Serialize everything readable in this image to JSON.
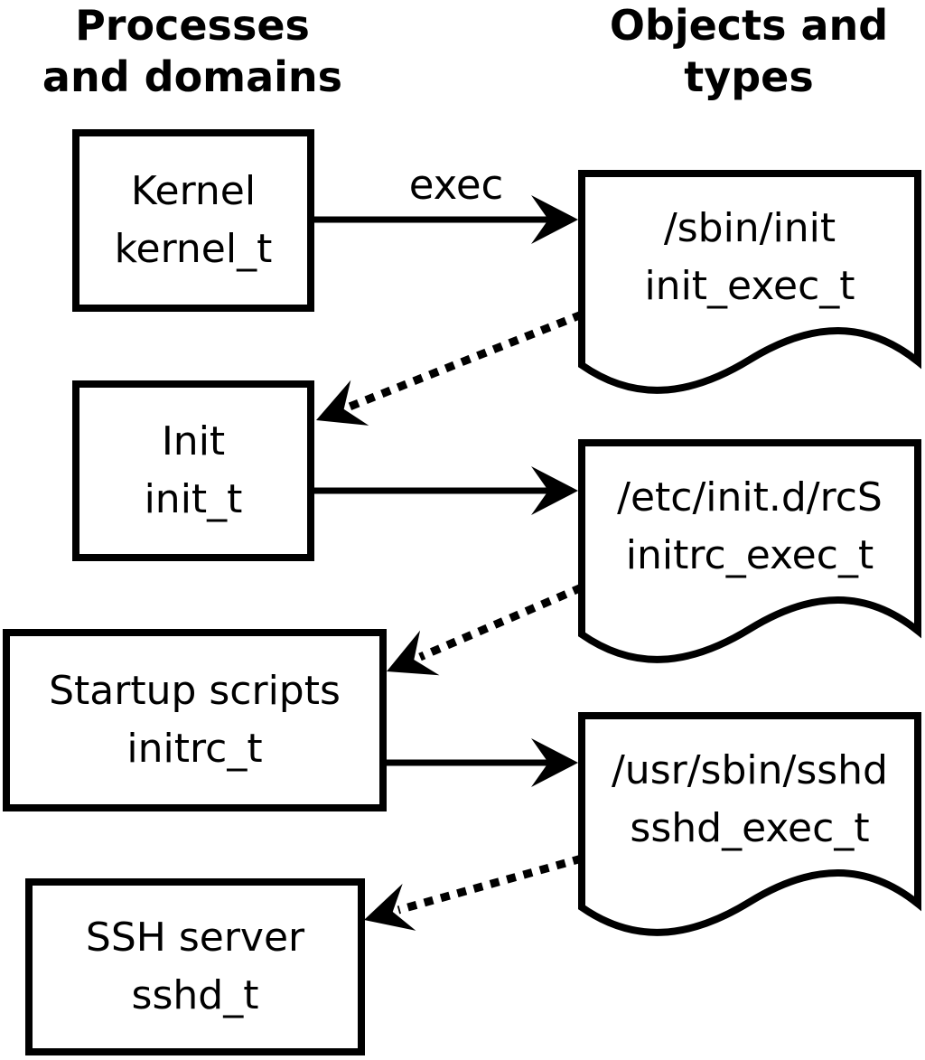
{
  "headers": {
    "left": {
      "line1": "Processes",
      "line2": "and domains"
    },
    "right": {
      "line1": "Objects and",
      "line2": "types"
    }
  },
  "boxes": [
    {
      "name": "Kernel",
      "type": "kernel_t"
    },
    {
      "name": "Init",
      "type": "init_t"
    },
    {
      "name": "Startup scripts",
      "type": "initrc_t"
    },
    {
      "name": "SSH server",
      "type": "sshd_t"
    }
  ],
  "documents": [
    {
      "path": "/sbin/init",
      "type": "init_exec_t"
    },
    {
      "path": "/etc/init.d/rcS",
      "type": "initrc_exec_t"
    },
    {
      "path": "/usr/sbin/sshd",
      "type": "sshd_exec_t"
    }
  ],
  "edge_labels": {
    "exec": "exec"
  },
  "colors": {
    "stroke": "#000000",
    "background": "#ffffff"
  }
}
